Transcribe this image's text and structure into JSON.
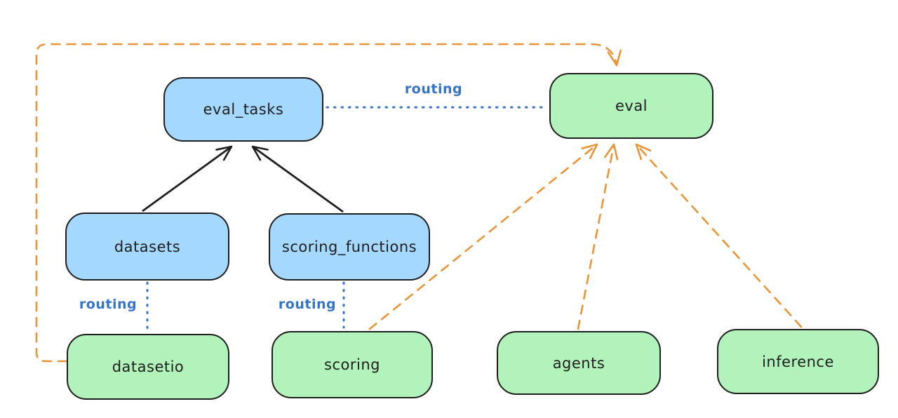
{
  "diagram": {
    "background": "#ffffff",
    "nodes": {
      "eval_tasks": {
        "label": "eval_tasks",
        "fill": "#a5d8ff"
      },
      "eval": {
        "label": "eval",
        "fill": "#b2f2bb"
      },
      "datasets": {
        "label": "datasets",
        "fill": "#a5d8ff"
      },
      "scoring_functions": {
        "label": "scoring_functions",
        "fill": "#a5d8ff"
      },
      "datasetio": {
        "label": "datasetio",
        "fill": "#b2f2bb"
      },
      "scoring": {
        "label": "scoring",
        "fill": "#b2f2bb"
      },
      "agents": {
        "label": "agents",
        "fill": "#b2f2bb"
      },
      "inference": {
        "label": "inference",
        "fill": "#b2f2bb"
      }
    },
    "edges": [
      {
        "from": "datasets",
        "to": "eval_tasks",
        "style": "solid-arrow",
        "color": "#1e1e1e"
      },
      {
        "from": "scoring_functions",
        "to": "eval_tasks",
        "style": "solid-arrow",
        "color": "#1e1e1e"
      },
      {
        "from": "eval_tasks",
        "to": "eval",
        "style": "dotted",
        "label": "routing",
        "color": "#3674c9"
      },
      {
        "from": "datasets",
        "to": "datasetio",
        "style": "dotted",
        "label": "routing",
        "color": "#3674c9"
      },
      {
        "from": "scoring_functions",
        "to": "scoring",
        "style": "dotted",
        "label": "routing",
        "color": "#3674c9"
      },
      {
        "from": "datasetio",
        "to": "eval",
        "style": "dashed-arrow",
        "color": "#e99537"
      },
      {
        "from": "scoring",
        "to": "eval",
        "style": "dashed-arrow",
        "color": "#e99537"
      },
      {
        "from": "agents",
        "to": "eval",
        "style": "dashed-arrow",
        "color": "#e99537"
      },
      {
        "from": "inference",
        "to": "eval",
        "style": "dashed-arrow",
        "color": "#e99537"
      }
    ],
    "colors": {
      "node_border": "#1e1e1e",
      "blue_fill": "#a5d8ff",
      "green_fill": "#b2f2bb",
      "routing_blue": "#3674c9",
      "orange_dashed": "#e99537",
      "black_arrow": "#1e1e1e"
    }
  }
}
